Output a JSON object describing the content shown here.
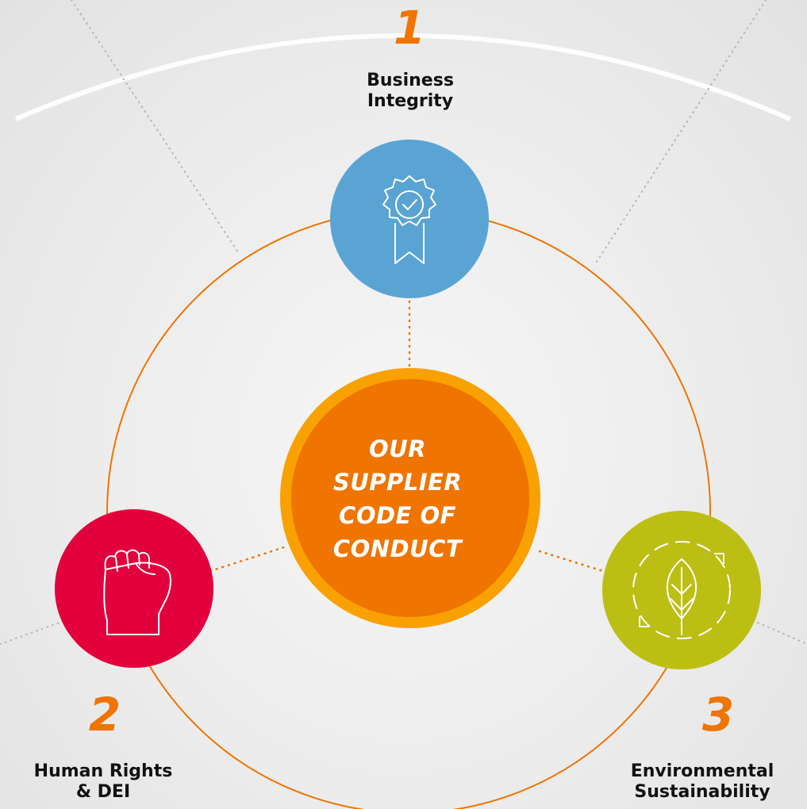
{
  "center": {
    "lines": [
      "OUR",
      "SUPPLIER",
      "CODE OF",
      "CONDUCT"
    ]
  },
  "pillars": [
    {
      "number": "1",
      "label_lines": [
        "Business",
        "Integrity"
      ],
      "icon": "award-ribbon-icon",
      "color": "#5aa4d4"
    },
    {
      "number": "2",
      "label_lines": [
        "Human Rights",
        "& DEI"
      ],
      "icon": "raised-fist-icon",
      "color": "#e2003d"
    },
    {
      "number": "3",
      "label_lines": [
        "Environmental",
        "Sustainability"
      ],
      "icon": "recycle-leaf-icon",
      "color": "#bcbe14"
    }
  ],
  "colors": {
    "accent": "#ef7400",
    "center_ring": "#f9a100",
    "center_fill": "#ef7400"
  }
}
